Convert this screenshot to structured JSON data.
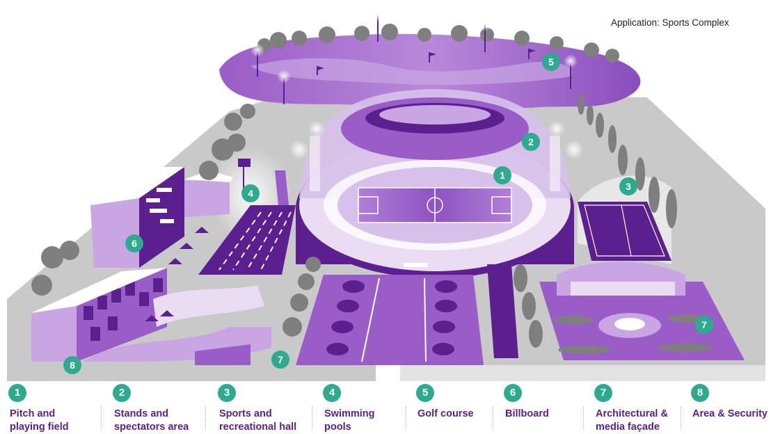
{
  "application_label": "Application: Sports Complex",
  "markers": [
    "1",
    "2",
    "3",
    "4",
    "5",
    "6",
    "7",
    "8"
  ],
  "legend": [
    {
      "number": "1",
      "label_line1": "Pitch and",
      "label_line2": "playing field"
    },
    {
      "number": "2",
      "label_line1": "Stands and",
      "label_line2": "spectators area"
    },
    {
      "number": "3",
      "label_line1": "Sports and",
      "label_line2": "recreational hall"
    },
    {
      "number": "4",
      "label_line1": "Swimming",
      "label_line2": "pools"
    },
    {
      "number": "5",
      "label_line1": "Golf course",
      "label_line2": ""
    },
    {
      "number": "6",
      "label_line1": "Billboard",
      "label_line2": ""
    },
    {
      "number": "7",
      "label_line1": "Architectural &",
      "label_line2": "media façade"
    },
    {
      "number": "8",
      "label_line1": "Area & Security",
      "label_line2": ""
    }
  ],
  "colors": {
    "marker": "#2eab8f",
    "label_text": "#5b1f8f",
    "ground": "#c9c9c9",
    "purple_dark": "#5b1f8f",
    "purple_mid": "#9a5cc6",
    "purple_light": "#c9a6e3",
    "tree": "#7f7f7f"
  }
}
